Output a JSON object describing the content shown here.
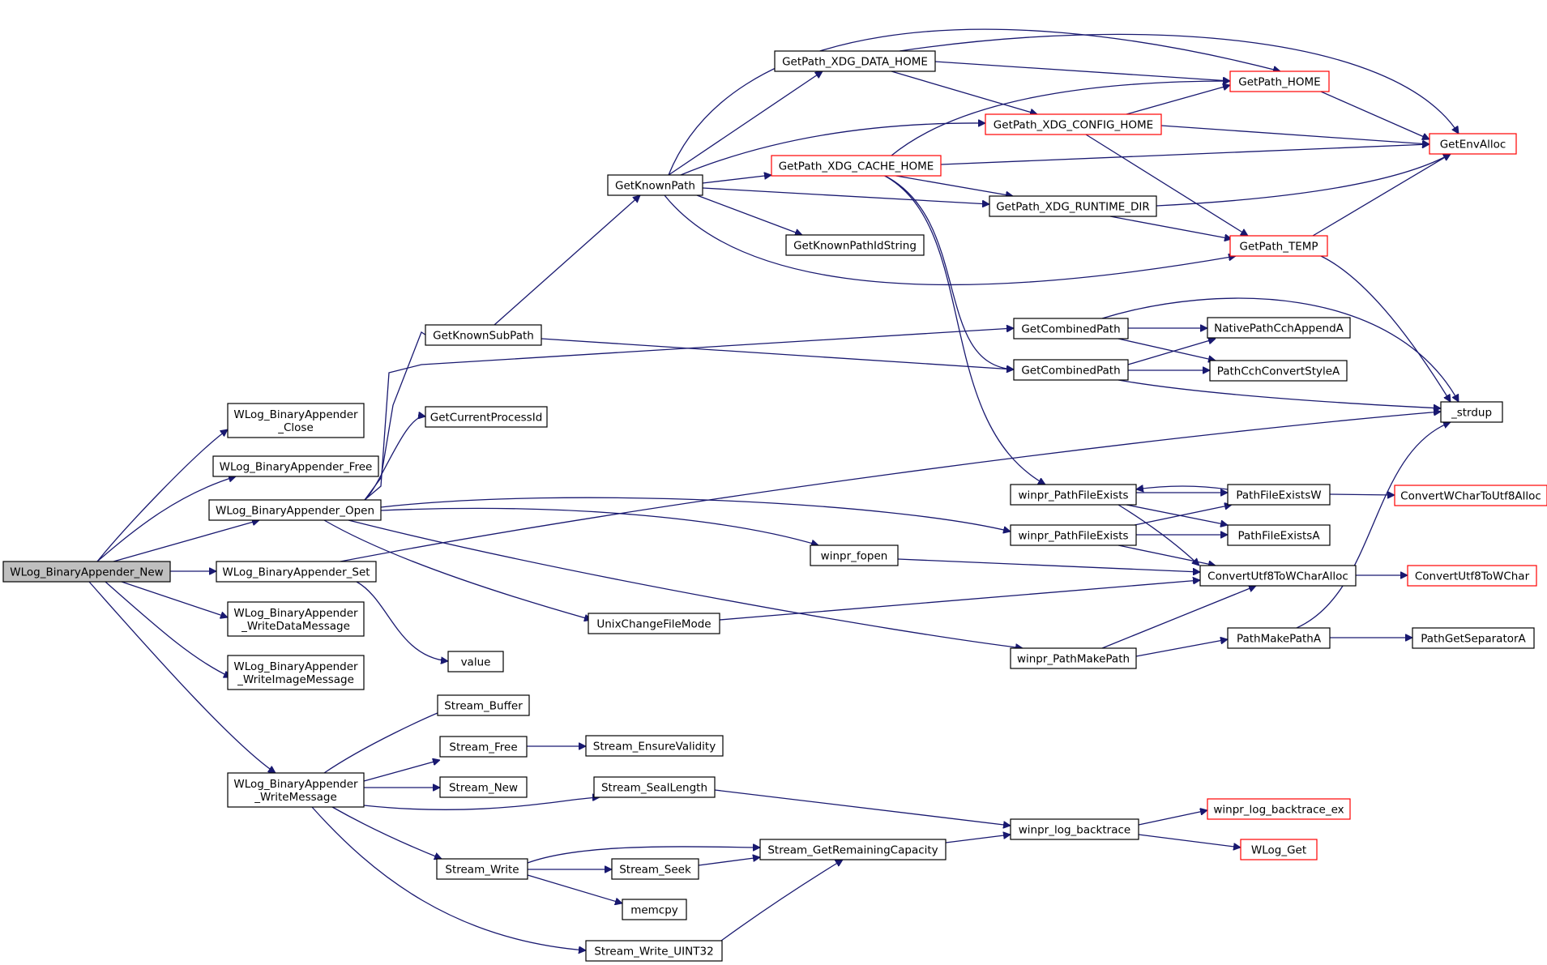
{
  "colors": {
    "edge": "#191970",
    "root_fill": "#bfbfbf",
    "truncated_border": "#ff0000",
    "node_border": "#000000"
  },
  "nodes": [
    {
      "id": "new",
      "label": [
        "WLog_BinaryAppender_New"
      ],
      "style": "root"
    },
    {
      "id": "close",
      "label": [
        "WLog_BinaryAppender",
        "_Close"
      ]
    },
    {
      "id": "free",
      "label": [
        "WLog_BinaryAppender_Free"
      ]
    },
    {
      "id": "open",
      "label": [
        "WLog_BinaryAppender_Open"
      ]
    },
    {
      "id": "set",
      "label": [
        "WLog_BinaryAppender_Set"
      ]
    },
    {
      "id": "wdm",
      "label": [
        "WLog_BinaryAppender",
        "_WriteDataMessage"
      ]
    },
    {
      "id": "wim",
      "label": [
        "WLog_BinaryAppender",
        "_WriteImageMessage"
      ]
    },
    {
      "id": "wm",
      "label": [
        "WLog_BinaryAppender",
        "_WriteMessage"
      ]
    },
    {
      "id": "gksp",
      "label": [
        "GetKnownSubPath"
      ]
    },
    {
      "id": "gcpid",
      "label": [
        "GetCurrentProcessId"
      ]
    },
    {
      "id": "value",
      "label": [
        "value"
      ]
    },
    {
      "id": "sbuf",
      "label": [
        "Stream_Buffer"
      ]
    },
    {
      "id": "sfree",
      "label": [
        "Stream_Free"
      ]
    },
    {
      "id": "snew",
      "label": [
        "Stream_New"
      ]
    },
    {
      "id": "swrite",
      "label": [
        "Stream_Write"
      ]
    },
    {
      "id": "swu32",
      "label": [
        "Stream_Write_UINT32"
      ]
    },
    {
      "id": "gkp",
      "label": [
        "GetKnownPath"
      ]
    },
    {
      "id": "ucfm",
      "label": [
        "UnixChangeFileMode"
      ]
    },
    {
      "id": "fopen",
      "label": [
        "winpr_fopen"
      ]
    },
    {
      "id": "sev",
      "label": [
        "Stream_EnsureValidity"
      ]
    },
    {
      "id": "ssl",
      "label": [
        "Stream_SealLength"
      ]
    },
    {
      "id": "sseek",
      "label": [
        "Stream_Seek"
      ]
    },
    {
      "id": "memcpy",
      "label": [
        "memcpy"
      ]
    },
    {
      "id": "sgrc",
      "label": [
        "Stream_GetRemainingCapacity"
      ]
    },
    {
      "id": "xdgdata",
      "label": [
        "GetPath_XDG_DATA_HOME"
      ]
    },
    {
      "id": "xdgcache",
      "label": [
        "GetPath_XDG_CACHE_HOME"
      ],
      "style": "red"
    },
    {
      "id": "gkpid",
      "label": [
        "GetKnownPathIdString"
      ]
    },
    {
      "id": "xdgconfig",
      "label": [
        "GetPath_XDG_CONFIG_HOME"
      ],
      "style": "red"
    },
    {
      "id": "xdgrt",
      "label": [
        "GetPath_XDG_RUNTIME_DIR"
      ]
    },
    {
      "id": "gcp1",
      "label": [
        "GetCombinedPath"
      ]
    },
    {
      "id": "gcp2",
      "label": [
        "GetCombinedPath"
      ]
    },
    {
      "id": "pfe1",
      "label": [
        "winpr_PathFileExists"
      ]
    },
    {
      "id": "pfe2",
      "label": [
        "winpr_PathFileExists"
      ]
    },
    {
      "id": "pmp",
      "label": [
        "winpr_PathMakePath"
      ]
    },
    {
      "id": "wlb",
      "label": [
        "winpr_log_backtrace"
      ]
    },
    {
      "id": "home",
      "label": [
        "GetPath_HOME"
      ],
      "style": "red"
    },
    {
      "id": "temp",
      "label": [
        "GetPath_TEMP"
      ],
      "style": "red"
    },
    {
      "id": "npcaa",
      "label": [
        "NativePathCchAppendA"
      ]
    },
    {
      "id": "pccsa",
      "label": [
        "PathCchConvertStyleA"
      ]
    },
    {
      "id": "pfew",
      "label": [
        "PathFileExistsW"
      ]
    },
    {
      "id": "pfea",
      "label": [
        "PathFileExistsA"
      ]
    },
    {
      "id": "cu8a",
      "label": [
        "ConvertUtf8ToWCharAlloc"
      ]
    },
    {
      "id": "pmpa",
      "label": [
        "PathMakePathA"
      ]
    },
    {
      "id": "wlbex",
      "label": [
        "winpr_log_backtrace_ex"
      ],
      "style": "red"
    },
    {
      "id": "wlget",
      "label": [
        "WLog_Get"
      ],
      "style": "red"
    },
    {
      "id": "gea",
      "label": [
        "GetEnvAlloc"
      ],
      "style": "red"
    },
    {
      "id": "strdup",
      "label": [
        "_strdup"
      ]
    },
    {
      "id": "cwc8a",
      "label": [
        "ConvertWCharToUtf8Alloc"
      ],
      "style": "red"
    },
    {
      "id": "cu8w",
      "label": [
        "ConvertUtf8ToWChar"
      ],
      "style": "red"
    },
    {
      "id": "pgsa",
      "label": [
        "PathGetSeparatorA"
      ]
    }
  ],
  "edges": [
    [
      "new",
      "close"
    ],
    [
      "new",
      "free"
    ],
    [
      "new",
      "open"
    ],
    [
      "new",
      "set"
    ],
    [
      "new",
      "wdm"
    ],
    [
      "new",
      "wim"
    ],
    [
      "new",
      "wm"
    ],
    [
      "open",
      "gksp"
    ],
    [
      "open",
      "gcpid"
    ],
    [
      "open",
      "gcp1"
    ],
    [
      "open",
      "pfe2"
    ],
    [
      "open",
      "fopen"
    ],
    [
      "open",
      "ucfm"
    ],
    [
      "open",
      "pmp"
    ],
    [
      "set",
      "strdup"
    ],
    [
      "set",
      "value"
    ],
    [
      "wm",
      "sbuf"
    ],
    [
      "wm",
      "sfree"
    ],
    [
      "wm",
      "snew"
    ],
    [
      "wm",
      "ssl"
    ],
    [
      "wm",
      "swrite"
    ],
    [
      "wm",
      "swu32"
    ],
    [
      "gksp",
      "gkp"
    ],
    [
      "gksp",
      "gcp2"
    ],
    [
      "sfree",
      "sev"
    ],
    [
      "ssl",
      "wlb"
    ],
    [
      "swrite",
      "sgrc"
    ],
    [
      "swrite",
      "sseek"
    ],
    [
      "swrite",
      "memcpy"
    ],
    [
      "sseek",
      "sgrc"
    ],
    [
      "swu32",
      "sgrc"
    ],
    [
      "sgrc",
      "wlb"
    ],
    [
      "gkp",
      "home"
    ],
    [
      "gkp",
      "xdgdata"
    ],
    [
      "gkp",
      "xdgconfig"
    ],
    [
      "gkp",
      "xdgcache"
    ],
    [
      "gkp",
      "xdgrt"
    ],
    [
      "gkp",
      "gkpid"
    ],
    [
      "gkp",
      "temp"
    ],
    [
      "xdgdata",
      "gea"
    ],
    [
      "xdgdata",
      "home"
    ],
    [
      "xdgdata",
      "xdgconfig"
    ],
    [
      "xdgcache",
      "home"
    ],
    [
      "xdgcache",
      "gea"
    ],
    [
      "xdgcache",
      "xdgrt"
    ],
    [
      "xdgcache",
      "gcp2"
    ],
    [
      "xdgcache",
      "pfe1"
    ],
    [
      "xdgconfig",
      "home"
    ],
    [
      "xdgconfig",
      "gea"
    ],
    [
      "xdgconfig",
      "temp"
    ],
    [
      "xdgrt",
      "gea"
    ],
    [
      "xdgrt",
      "temp"
    ],
    [
      "home",
      "gea"
    ],
    [
      "temp",
      "gea"
    ],
    [
      "temp",
      "strdup"
    ],
    [
      "gcp1",
      "npcaa"
    ],
    [
      "gcp1",
      "pccsa"
    ],
    [
      "gcp1",
      "strdup"
    ],
    [
      "gcp2",
      "npcaa"
    ],
    [
      "gcp2",
      "pccsa"
    ],
    [
      "gcp2",
      "strdup"
    ],
    [
      "pfe1",
      "pfew"
    ],
    [
      "pfe1",
      "pfea"
    ],
    [
      "pfe1",
      "cu8a"
    ],
    [
      "pfew",
      "pfe1"
    ],
    [
      "pfew",
      "cwc8a"
    ],
    [
      "pfe2",
      "pfew"
    ],
    [
      "pfe2",
      "pfea"
    ],
    [
      "pfe2",
      "cu8a"
    ],
    [
      "fopen",
      "cu8a"
    ],
    [
      "ucfm",
      "cu8a"
    ],
    [
      "pmp",
      "cu8a"
    ],
    [
      "pmp",
      "pmpa"
    ],
    [
      "pmpa",
      "strdup"
    ],
    [
      "pmpa",
      "pgsa"
    ],
    [
      "cu8a",
      "cu8w"
    ],
    [
      "wlb",
      "wlbex"
    ],
    [
      "wlb",
      "wlget"
    ]
  ]
}
